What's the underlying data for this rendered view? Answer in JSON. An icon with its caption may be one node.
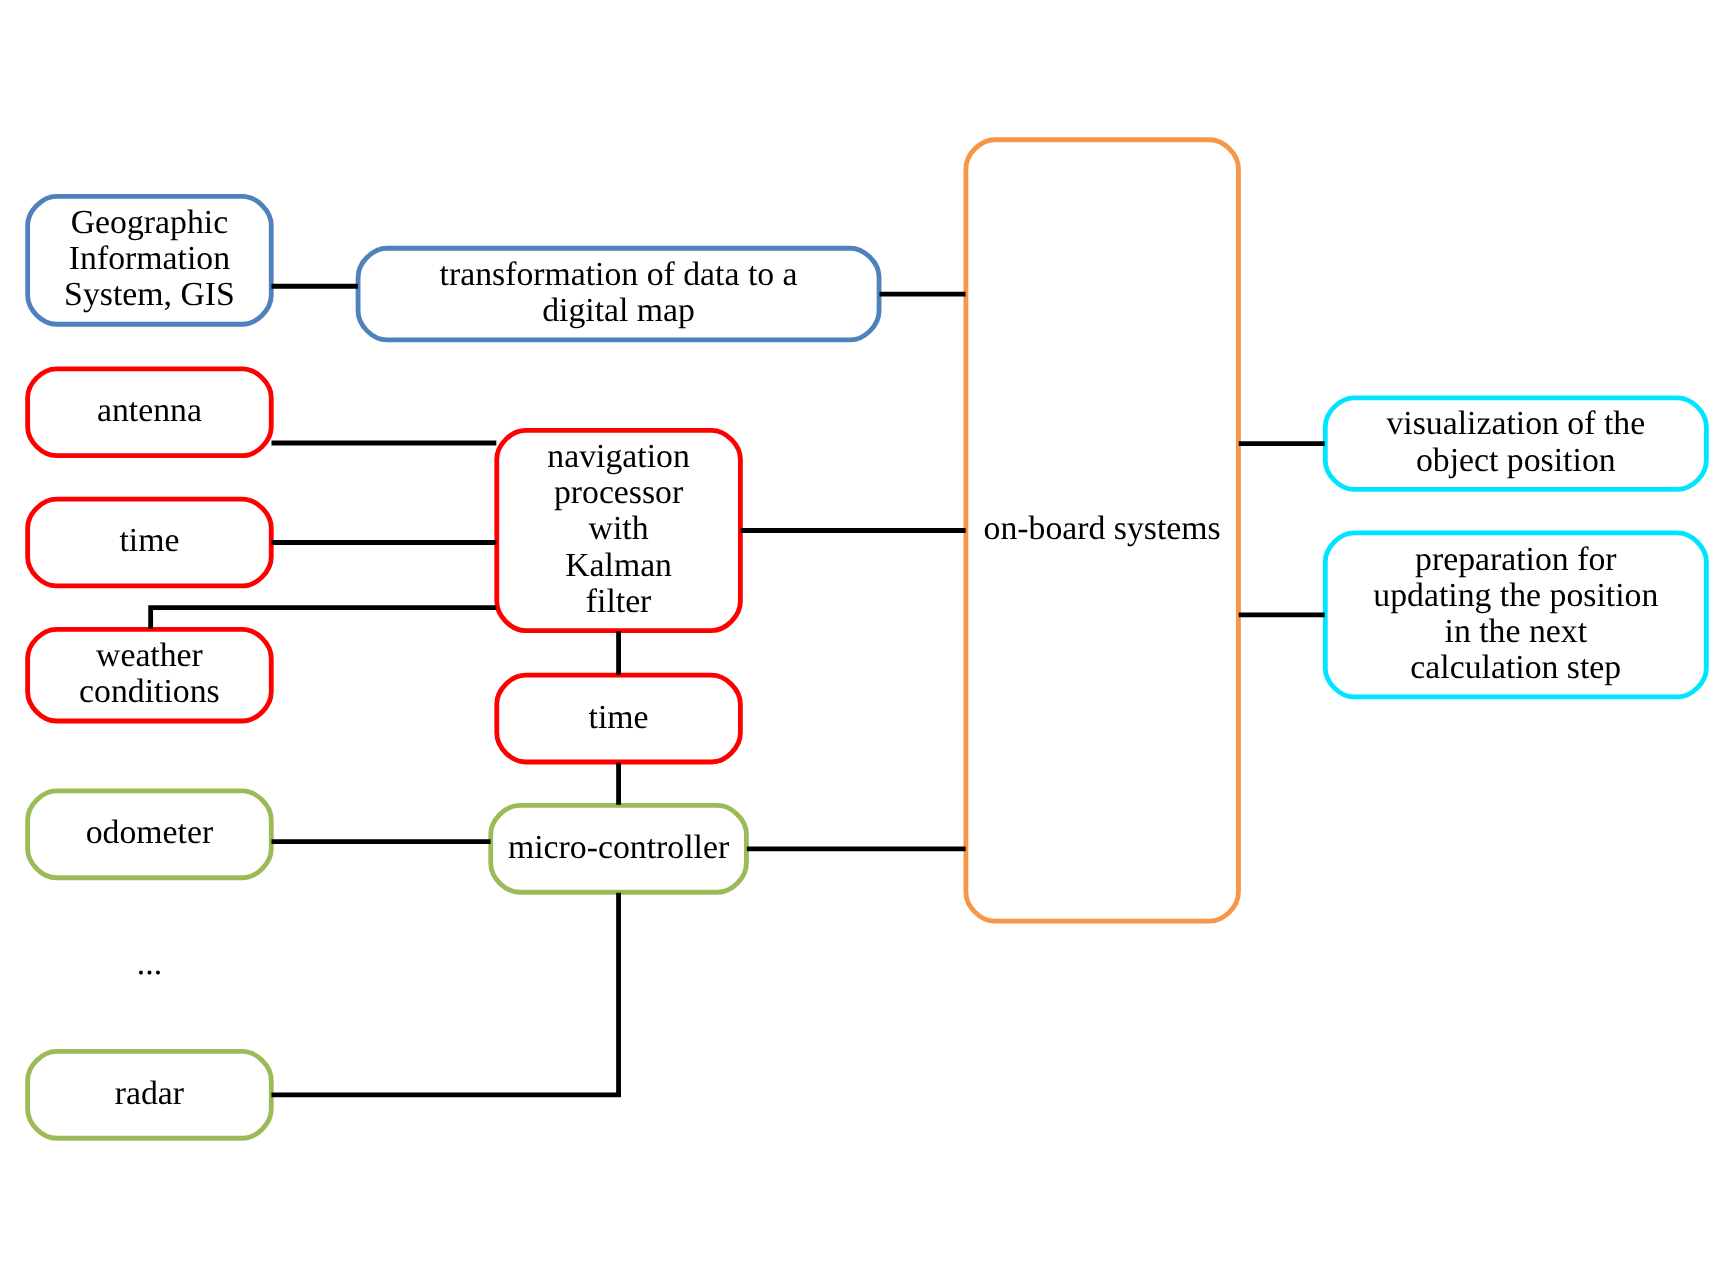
{
  "diagram": {
    "nodes": [
      {
        "text": [
          "Geographic Information System, GIS"
        ]
      },
      {
        "text": [
          "transformation of data to a digital map"
        ]
      },
      {
        "text": [
          "antenna"
        ]
      },
      {
        "text": [
          "time"
        ]
      },
      {
        "text": [
          "weather conditions"
        ]
      },
      {
        "text": [
          "navigation processor with Kalman filter"
        ]
      },
      {
        "text": [
          "time"
        ]
      },
      {
        "text": [
          "on-board systems"
        ]
      },
      {
        "text": [
          "visualization of the object position"
        ]
      },
      {
        "text": [
          "preparation for updating the position in the next calculation step"
        ]
      },
      {
        "text": [
          "odometer"
        ]
      },
      {
        "text": [
          "micro-controller"
        ]
      },
      {
        "text": [
          "radar"
        ]
      }
    ],
    "edges": [
      {
        "from": 0,
        "to": 1,
        "arrow": "none"
      },
      {
        "from": 1,
        "to": 7,
        "arrow": "none"
      },
      {
        "from": 2,
        "to": 5,
        "arrow": "none"
      },
      {
        "from": 3,
        "to": 5,
        "arrow": "none"
      },
      {
        "from": 4,
        "to": 5,
        "arrow": "none"
      },
      {
        "from": 5,
        "to": 7,
        "arrow": "none"
      },
      {
        "from": 5,
        "to": 6,
        "arrow": "none"
      },
      {
        "from": 6,
        "to": 11,
        "arrow": "none"
      },
      {
        "from": 10,
        "to": 11,
        "arrow": "none"
      },
      {
        "from": 12,
        "to": 11,
        "arrow": "none"
      },
      {
        "from": 11,
        "to": 7,
        "arrow": "none"
      },
      {
        "from": 7,
        "to": 8,
        "arrow": "none"
      },
      {
        "from": 7,
        "to": 9,
        "arrow": "none"
      }
    ],
    "labels": [
      "..."
    ]
  }
}
